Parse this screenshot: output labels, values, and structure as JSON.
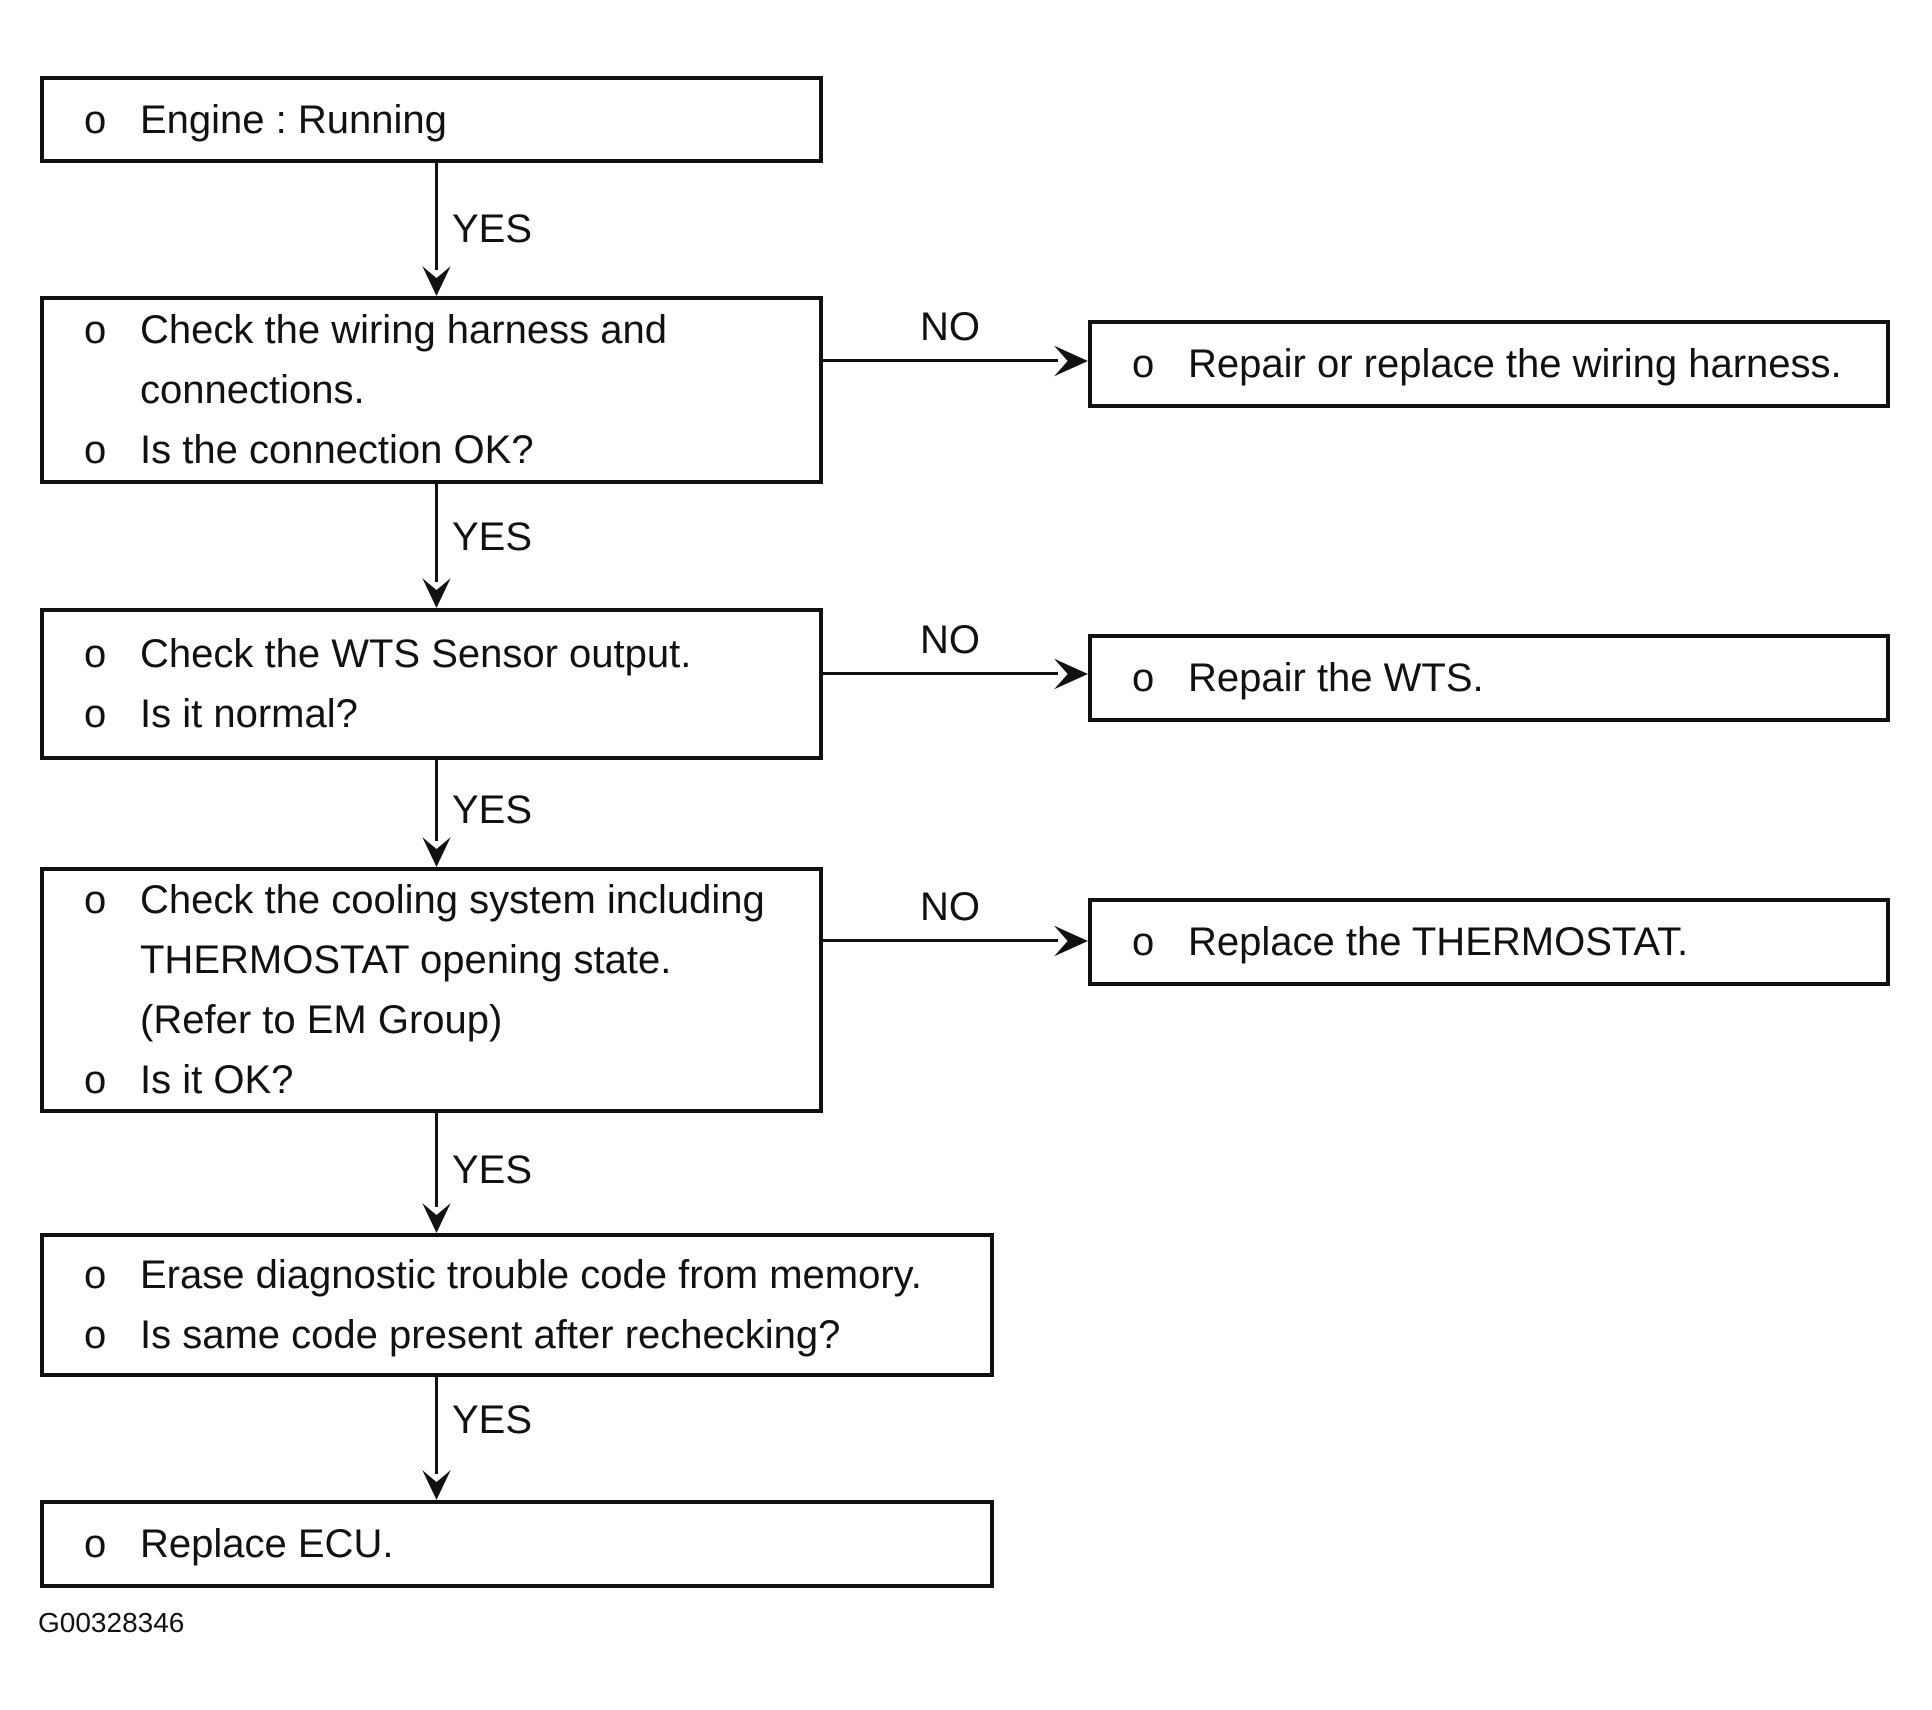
{
  "figure": {
    "code": "G00328346",
    "yes_label": "YES",
    "no_label": "NO",
    "bullet_marker": "o",
    "colors": {
      "ink": "#111111",
      "paper": "#ffffff"
    },
    "nodes": {
      "engine": {
        "items": [
          "Engine : Running"
        ]
      },
      "wiring": {
        "items": [
          "Check the wiring harness and\nconnections.",
          "Is the connection OK?"
        ]
      },
      "wts": {
        "items": [
          "Check the WTS Sensor output.",
          "Is it normal?"
        ]
      },
      "cooling": {
        "items": [
          "Check the cooling system including\nTHERMOSTAT opening state.\n(Refer to EM Group)",
          "Is it OK?"
        ]
      },
      "dtc": {
        "items": [
          "Erase diagnostic trouble code from memory.",
          "Is same code present after rechecking?"
        ]
      },
      "ecu": {
        "items": [
          "Replace ECU."
        ]
      }
    },
    "actions": {
      "repair_wiring": {
        "items": [
          "Repair or replace the wiring harness."
        ]
      },
      "repair_wts": {
        "items": [
          "Repair the WTS."
        ]
      },
      "replace_thermostat": {
        "items": [
          "Replace the THERMOSTAT."
        ]
      }
    }
  }
}
